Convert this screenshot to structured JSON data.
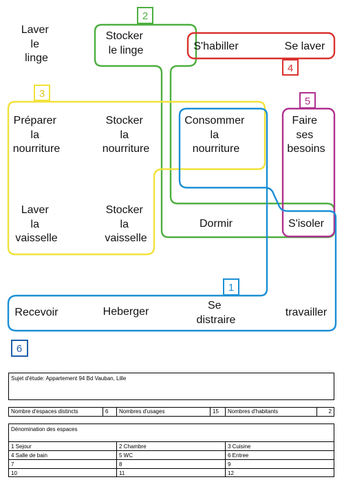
{
  "diagram": {
    "groups": [
      {
        "id": "1",
        "color": "#1a8fd6"
      },
      {
        "id": "2",
        "color": "#4caf3f"
      },
      {
        "id": "3",
        "color": "#f2e23a"
      },
      {
        "id": "4",
        "color": "#d9322e"
      },
      {
        "id": "5",
        "color": "#b0308f"
      },
      {
        "id": "6",
        "color": "#1f5fa8"
      }
    ],
    "activities": {
      "laver_linge": [
        "Laver",
        "le",
        "linge"
      ],
      "stocker_linge": [
        "Stocker",
        "le linge"
      ],
      "shabiller": [
        "S'habiller"
      ],
      "se_laver": [
        "Se laver"
      ],
      "preparer": [
        "Préparer",
        "la",
        "nourriture"
      ],
      "stocker_nourriture": [
        "Stocker",
        "la",
        "nourriture"
      ],
      "consommer": [
        "Consommer",
        "la",
        "nourriture"
      ],
      "faire_besoins": [
        "Faire",
        "ses",
        "besoins"
      ],
      "laver_vaisselle": [
        "Laver",
        "la",
        "vaisselle"
      ],
      "stocker_vaisselle": [
        "Stocker",
        "la",
        "vaisselle"
      ],
      "dormir": [
        "Dormir"
      ],
      "sisoler": [
        "S'isoler"
      ],
      "recevoir": [
        "Recevoir"
      ],
      "heberger": [
        "Heberger"
      ],
      "se_distraire": [
        "Se",
        "distraire"
      ],
      "travailler": [
        "travailler"
      ]
    }
  },
  "info": {
    "subject": "Sujet d'étude: Appartement 94 Bd Vauban, Lille",
    "counts": {
      "espaces_label": "Nombre d'espaces distincts",
      "espaces_value": "6",
      "usages_label": "Nombres d'usages",
      "usages_value": "15",
      "habitants_label": "Nombres d'habitants",
      "habitants_value": "2"
    },
    "spaces_title": "Dénomination des espaces",
    "spaces": [
      "1 Sejour",
      "2 Chambre",
      "3 Cuisine",
      "4 Salle de bain",
      "5 WC",
      "6 Entree",
      "7",
      "8",
      "9",
      "10",
      "11",
      "12"
    ]
  }
}
